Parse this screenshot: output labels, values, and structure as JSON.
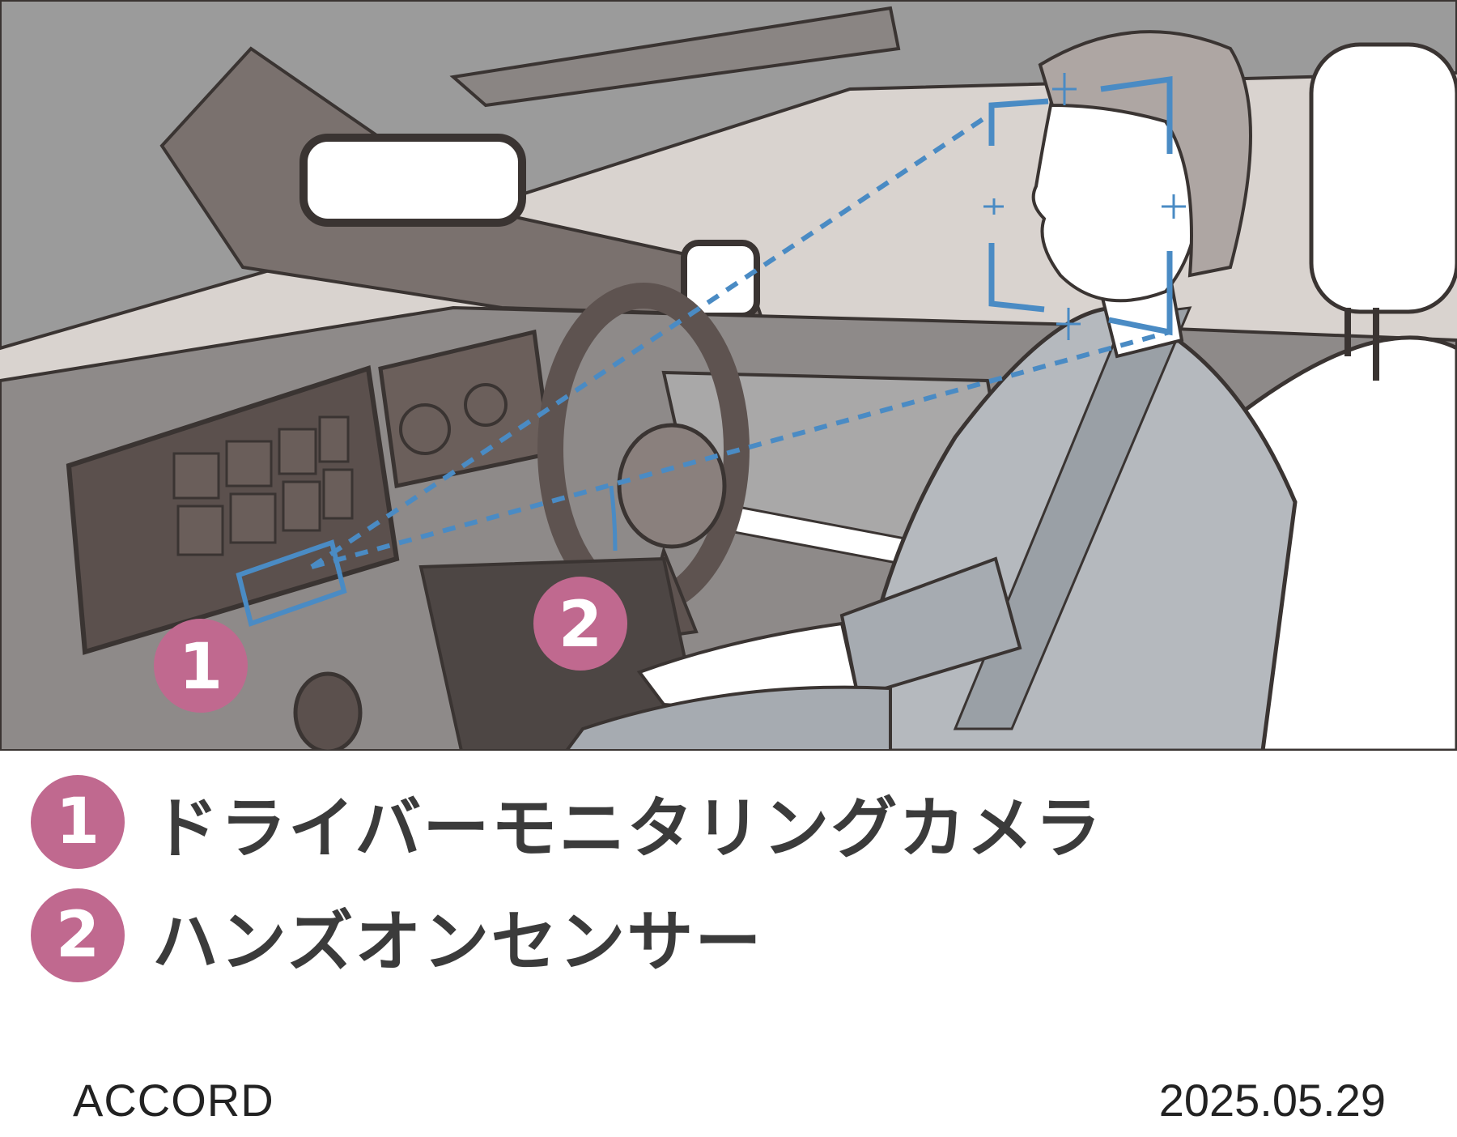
{
  "illustration": {
    "badges": [
      {
        "number": "1"
      },
      {
        "number": "2"
      }
    ],
    "colors": {
      "sensor_blue": "#4a8bc4",
      "badge_pink": "#c0698f"
    }
  },
  "legend": {
    "items": [
      {
        "number": "1",
        "label": "ドライバーモニタリングカメラ"
      },
      {
        "number": "2",
        "label": "ハンズオンセンサー"
      }
    ]
  },
  "footer": {
    "model": "ACCORD",
    "date": "2025.05.29"
  }
}
